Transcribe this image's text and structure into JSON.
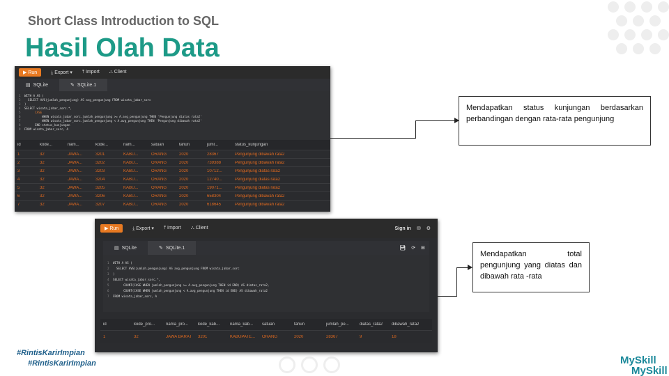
{
  "header": {
    "subtitle": "Short Class Introduction to SQL",
    "title": "Hasil Olah Data"
  },
  "shot1": {
    "toolbar": {
      "run": "Run",
      "export": "Export ▾",
      "import": "Import",
      "client": "Client"
    },
    "tabs": [
      "SQLite",
      "SQLite.1"
    ],
    "code": [
      "WITH A AS (",
      "  SELECT AVG(jumlah_pengunjung) AS avg_pengunjung FROM wisata_jabar_sorc",
      ")",
      "SELECT wisata_jabar_sorc.*,",
      "      CASE",
      "          WHEN wisata_jabar_sorc.jumlah_pengunjung >= A.avg_pengunjung THEN 'Pengunjung diatas rata2'",
      "          WHEN wisata_jabar_sorc.jumlah_pengunjung < A.avg_pengunjung THEN 'Pengunjung dibawah rata2'",
      "      END status_kunjungan",
      "FROM wisata_jabar_sorc, A"
    ],
    "columns": [
      "id",
      "kode...",
      "nam...",
      "kode...",
      "nam...",
      "satuan",
      "tahun",
      "juml...",
      "status_kunjungan"
    ],
    "rows": [
      [
        "1",
        "32",
        "JAWA...",
        "3201",
        "KABU...",
        "ORANG",
        "2020",
        "28367",
        "Pengunjung dibawah rata2"
      ],
      [
        "2",
        "32",
        "JAWA...",
        "3202",
        "KABU...",
        "ORANG",
        "2020",
        "739388",
        "Pengunjung dibawah rata2"
      ],
      [
        "3",
        "32",
        "JAWA...",
        "3203",
        "KABU...",
        "ORANG",
        "2020",
        "10712...",
        "Pengunjung diatas rata2"
      ],
      [
        "4",
        "32",
        "JAWA...",
        "3204",
        "KABU...",
        "ORANG",
        "2020",
        "12740...",
        "Pengunjung diatas rata2"
      ],
      [
        "5",
        "32",
        "JAWA...",
        "3205",
        "KABU...",
        "ORANG",
        "2020",
        "19071...",
        "Pengunjung diatas rata2"
      ],
      [
        "6",
        "32",
        "JAWA...",
        "3206",
        "KABU...",
        "ORANG",
        "2020",
        "658304",
        "Pengunjung dibawah rata2"
      ],
      [
        "7",
        "32",
        "JAWA...",
        "3207",
        "KABU...",
        "ORANG",
        "2020",
        "618645",
        "Pengunjung dibawah rata2"
      ]
    ]
  },
  "shot2": {
    "toolbar": {
      "run": "Run",
      "export": "Export ▾",
      "import": "Import",
      "client": "Client",
      "signin": "Sign in"
    },
    "tabs": [
      "SQLite",
      "SQLite.1"
    ],
    "code": [
      "WITH A AS (",
      "  SELECT AVG(jumlah_pengunjung) AS avg_pengunjung FROM wisata_jabar_sorc",
      ")",
      "SELECT wisata_jabar_sorc.*,",
      "      COUNT(CASE WHEN jumlah_pengunjung >= A.avg_pengunjung THEN id END) AS diatas_rata2,",
      "      COUNT(CASE WHEN jumlah_pengunjung < A.avg_pengunjung THEN id END) AS dibawah_rata2",
      "FROM wisata_jabar_sorc, A"
    ],
    "columns": [
      "id",
      "kode_pro...",
      "nama_pro...",
      "kode_kab...",
      "nama_kab...",
      "satuan",
      "tahun",
      "jumlah_pe...",
      "diatas_rata2",
      "dibawah_rata2"
    ],
    "rows": [
      [
        "1",
        "32",
        "JAWA BARAT",
        "3201",
        "KABUPATE...",
        "ORANG",
        "2020",
        "28367",
        "9",
        "18"
      ]
    ]
  },
  "callouts": {
    "first": "Mendapatkan status kunjungan berdasarkan perbandingan dengan rata-rata pengunjung",
    "second": "Mendapatkan total pengunjung yang diatas dan dibawah rata -rata"
  },
  "footer": {
    "hashtag1": "#RintisKarirImpian",
    "hashtag2": "#RintisKarirImpian",
    "logo1": "MySkill",
    "logo2": "MySkill"
  }
}
